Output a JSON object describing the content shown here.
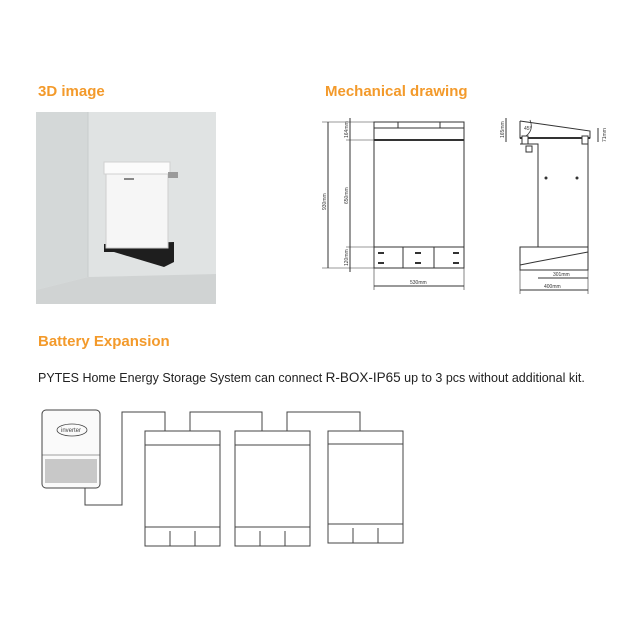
{
  "sections": {
    "image3d": {
      "title": "3D image"
    },
    "mechanical": {
      "title": "Mechanical drawing",
      "front_view": {
        "dim_total_height": "930mm",
        "dim_top": "164mm",
        "dim_middle": "650mm",
        "dim_bottom": "120mm",
        "dim_width": "530mm"
      },
      "side_view": {
        "dim_top_left": "165mm",
        "dim_top_right": "71mm",
        "dim_angle": "45°",
        "dim_inner_width": "301mm",
        "dim_total_depth": "400mm"
      }
    },
    "expansion": {
      "title": "Battery Expansion",
      "description_prefix": "PYTES Home Energy Storage System can connect ",
      "description_product": "R-BOX-IP65",
      "description_suffix": " up to 3 pcs without additional kit.",
      "inverter_label": "inverter",
      "battery_count": 3
    }
  },
  "colors": {
    "heading": "#f39a2b",
    "line": "#333333",
    "wall": "#d9dcdc"
  }
}
